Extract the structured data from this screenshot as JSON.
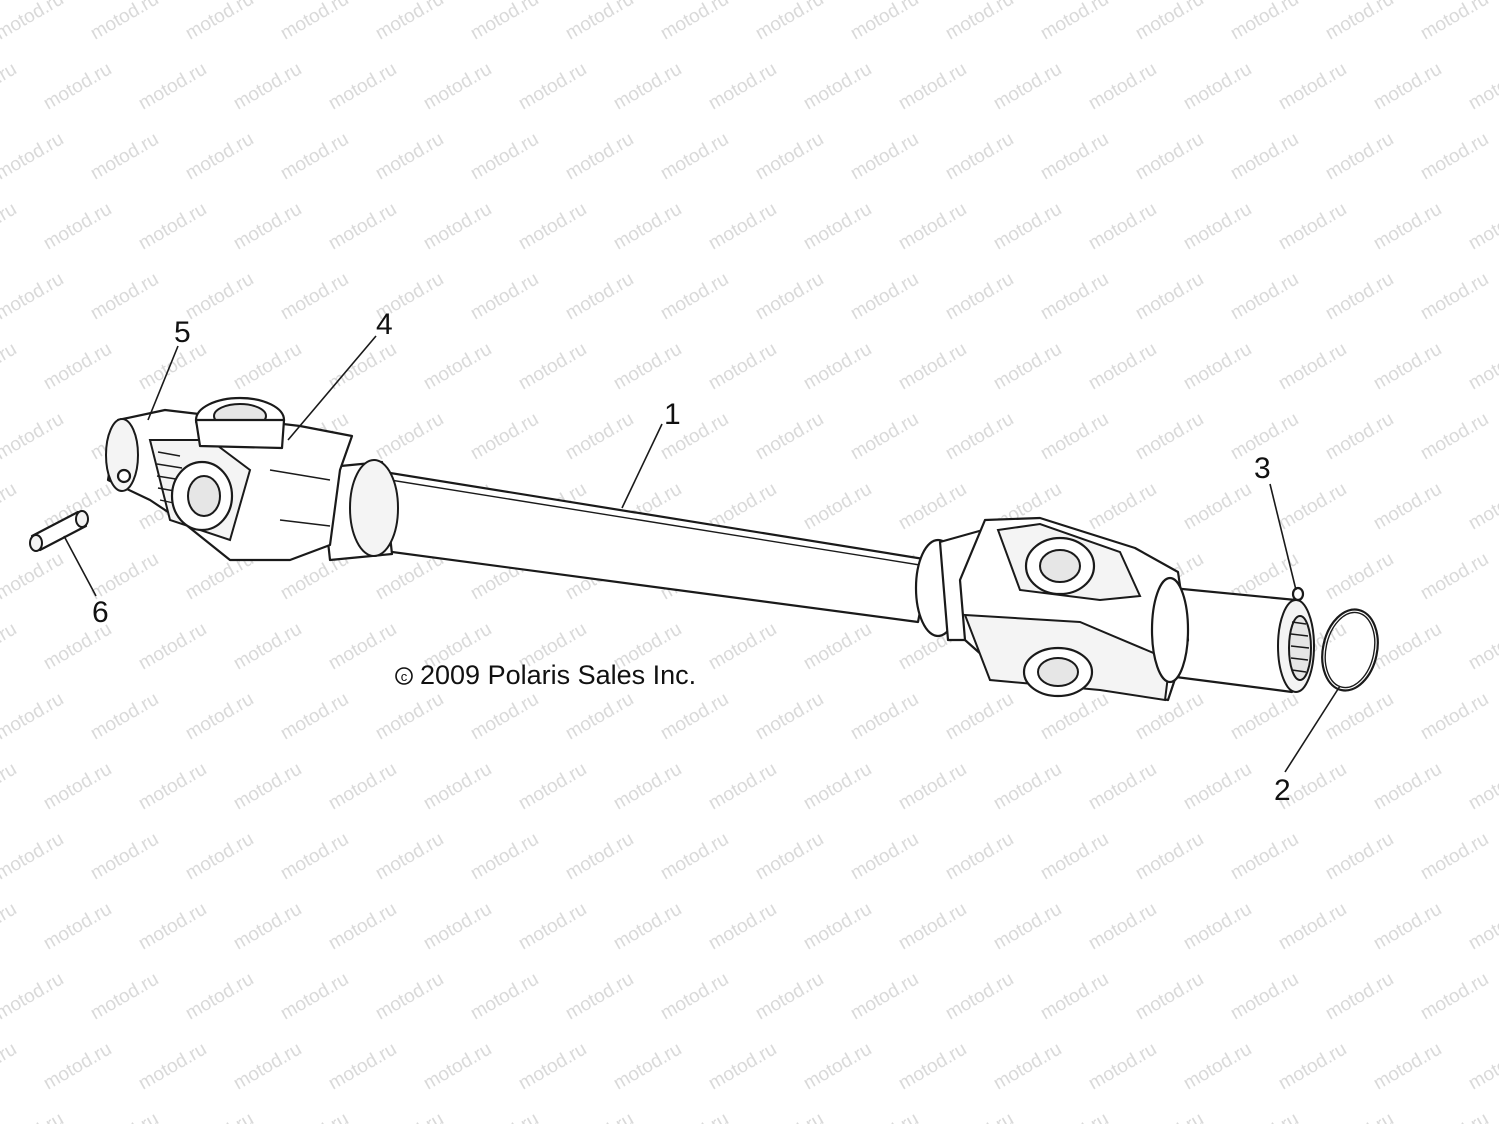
{
  "watermark": {
    "text": "motod.ru",
    "color": "#d9d9d9"
  },
  "copyright": {
    "symbol": "c",
    "text": "2009 Polaris Sales Inc."
  },
  "callouts": [
    {
      "id": "1",
      "label": "1"
    },
    {
      "id": "2",
      "label": "2"
    },
    {
      "id": "3",
      "label": "3"
    },
    {
      "id": "4",
      "label": "4"
    },
    {
      "id": "5",
      "label": "5"
    },
    {
      "id": "6",
      "label": "6"
    }
  ]
}
